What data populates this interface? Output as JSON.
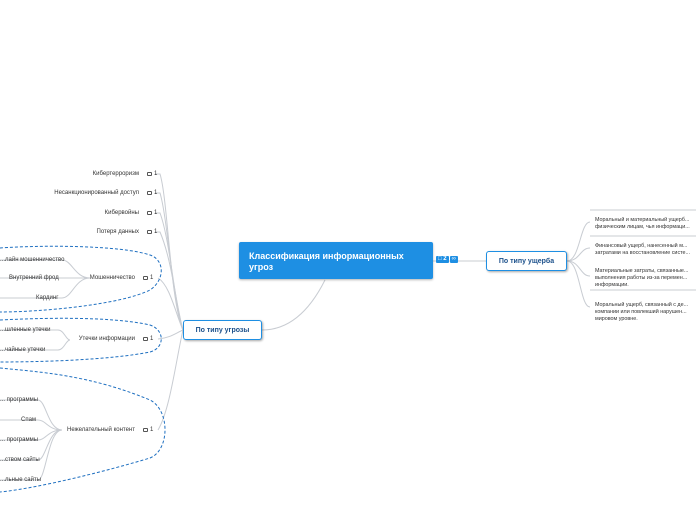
{
  "central": {
    "title": "Классификация информационных угроз",
    "badge_count": "2",
    "badge_icon": "link-icon"
  },
  "threat_type": {
    "label": "По типу угрозы",
    "items": [
      {
        "label": "Кибертерроризм",
        "count": "1"
      },
      {
        "label": "Несанкционированный доступ",
        "count": "1"
      },
      {
        "label": "Кибервойны",
        "count": "1"
      },
      {
        "label": "Потеря данных",
        "count": "1"
      }
    ],
    "fraud": {
      "label": "Мошенничество",
      "count": "1",
      "children": [
        "...лайн мошенничество",
        "Внутренний фрод",
        "Кардинг"
      ]
    },
    "leaks": {
      "label": "Утечки информации",
      "count": "1",
      "children": [
        "...шленные утечки",
        "...чайные утечки"
      ]
    },
    "unwanted": {
      "label": "Нежелательный контент",
      "count": "1",
      "children": [
        "... программы",
        "Спам",
        "... программы",
        "...ством сайты",
        "...льные сайты"
      ]
    }
  },
  "damage_type": {
    "label": "По типу ущерба",
    "items": [
      {
        "line1": "Моральный и материальный ущерб...",
        "line2": "физическим лицам, чья информаци..."
      },
      {
        "line1": "Финансовый ущерб, нанесенный м...",
        "line2": "затратами на восстановление систе..."
      },
      {
        "line1": "Материальные затраты, связанные...",
        "line2": "выполнения работы из-за перемен...",
        "line3": "информации."
      },
      {
        "line1": "Моральный ущерб, связанный с де...",
        "line2": "компании или повлекший нарушен...",
        "line3": "мировом уровне."
      }
    ]
  },
  "colors": {
    "accent": "#1e8fe3",
    "line": "#c8ccd2",
    "dashed": "#1e6fc0"
  }
}
